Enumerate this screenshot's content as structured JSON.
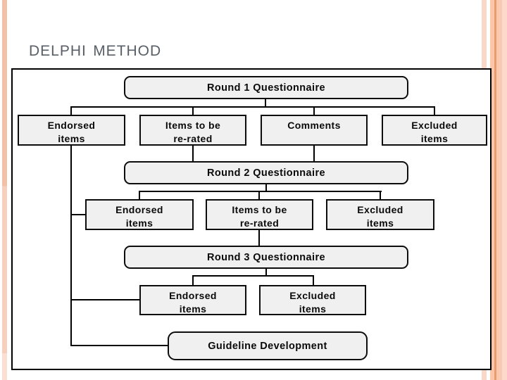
{
  "slide_title": {
    "text": "Delphi Method"
  },
  "flowchart": {
    "round1": {
      "label": "Round 1 Questionnaire"
    },
    "round2": {
      "label": "Round 2 Questionnaire"
    },
    "round3": {
      "label": "Round 3 Questionnaire"
    },
    "guideline": {
      "label": "Guideline Development"
    },
    "round1_outputs": [
      {
        "line1": "Endorsed",
        "line2": "items"
      },
      {
        "line1": "Items to be",
        "line2": "re-rated"
      },
      {
        "line1": "Comments",
        "line2": ""
      },
      {
        "line1": "Excluded",
        "line2": "items"
      }
    ],
    "round2_outputs": [
      {
        "line1": "Endorsed",
        "line2": "items"
      },
      {
        "line1": "Items to be",
        "line2": "re-rated"
      },
      {
        "line1": "Excluded",
        "line2": "items"
      }
    ],
    "round3_outputs": [
      {
        "line1": "Endorsed",
        "line2": "items"
      },
      {
        "line1": "Excluded",
        "line2": "items"
      }
    ]
  },
  "colors": {
    "title_text": "#595f67",
    "accent_stripe_left": "#f2c1a6",
    "accent_stripe_right_thin": "#f8d8c6",
    "accent_stripe_right_band": "#f9c9b2",
    "accent_stripe_right_dark_line": "#ea9c70",
    "box_fill": "#f0f0f0",
    "box_border": "#0d0d0d",
    "box_text": "#0a0a0a",
    "frame_border": "#000000",
    "background": "#ffffff"
  }
}
